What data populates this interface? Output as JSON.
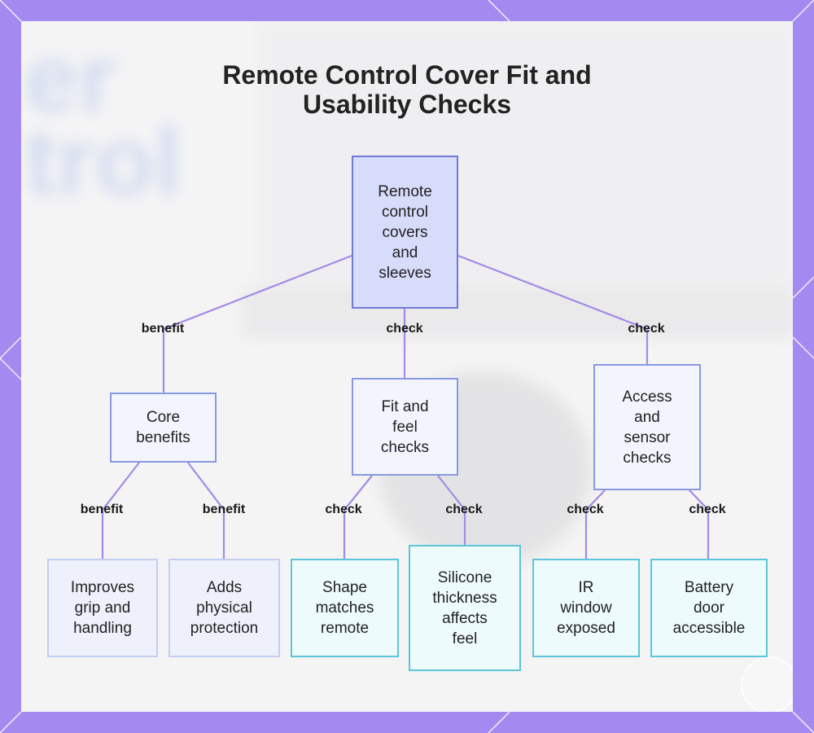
{
  "colors": {
    "frame": "#a48af0",
    "edge": "#a48ae6",
    "root_fill": "#d8dcfb",
    "leaf_cyan_border": "#5cc6d8"
  },
  "background_text": [
    "er",
    "trol"
  ],
  "title": {
    "line1": "Remote Control Cover Fit and",
    "line2": "Usability Checks"
  },
  "nodes": {
    "root": [
      "Remote",
      "control",
      "covers",
      "and",
      "sleeves"
    ],
    "core": [
      "Core",
      "benefits"
    ],
    "fit": [
      "Fit and",
      "feel",
      "checks"
    ],
    "access": [
      "Access",
      "and",
      "sensor",
      "checks"
    ],
    "grip": [
      "Improves",
      "grip and",
      "handling"
    ],
    "protect": [
      "Adds",
      "physical",
      "protection"
    ],
    "shape": [
      "Shape",
      "matches",
      "remote"
    ],
    "silicone": [
      "Silicone",
      "thickness",
      "affects",
      "feel"
    ],
    "ir": [
      "IR",
      "window",
      "exposed"
    ],
    "battery": [
      "Battery",
      "door",
      "accessible"
    ]
  },
  "edges": {
    "root_core": "benefit",
    "root_fit": "check",
    "root_access": "check",
    "core_grip": "benefit",
    "core_protect": "benefit",
    "fit_shape": "check",
    "fit_silicone": "check",
    "access_ir": "check",
    "access_battery": "check"
  }
}
